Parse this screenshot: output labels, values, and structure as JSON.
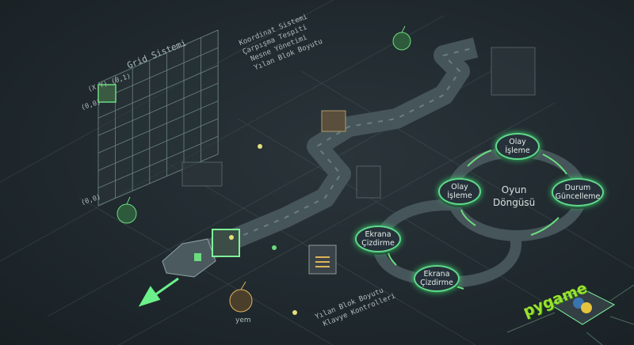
{
  "grid": {
    "title": "Grid Sistemi",
    "label_xy": "(X,Y) (0,1)",
    "label_origin_top": "(0,0)",
    "label_origin_bottom": "(0,0)"
  },
  "features_top": [
    "Koordinat Sistemi",
    "Çarpışma Tespiti",
    "Nesne Yönetimi",
    "Yılan Blok Boyutu"
  ],
  "features_bottom": [
    "Yılan Blok Boyutu",
    "Klavye Kontrolleri"
  ],
  "food_label": "yem",
  "game_loop": {
    "title_line1": "Oyun",
    "title_line2": "Döngüsü",
    "nodes": [
      {
        "line1": "Olay",
        "line2": "İşleme"
      },
      {
        "line1": "Durum",
        "line2": "Güncelleme"
      },
      {
        "line1": "Olay",
        "line2": "İşleme"
      },
      {
        "line1": "Ekrana",
        "line2": "Çizdirme"
      },
      {
        "line1": "Ekrana",
        "line2": "Çizdirme"
      }
    ]
  },
  "logo": "pygame",
  "colors": {
    "accent": "#5fd98a",
    "background": "#1f282d",
    "food": "#e0b35a"
  }
}
